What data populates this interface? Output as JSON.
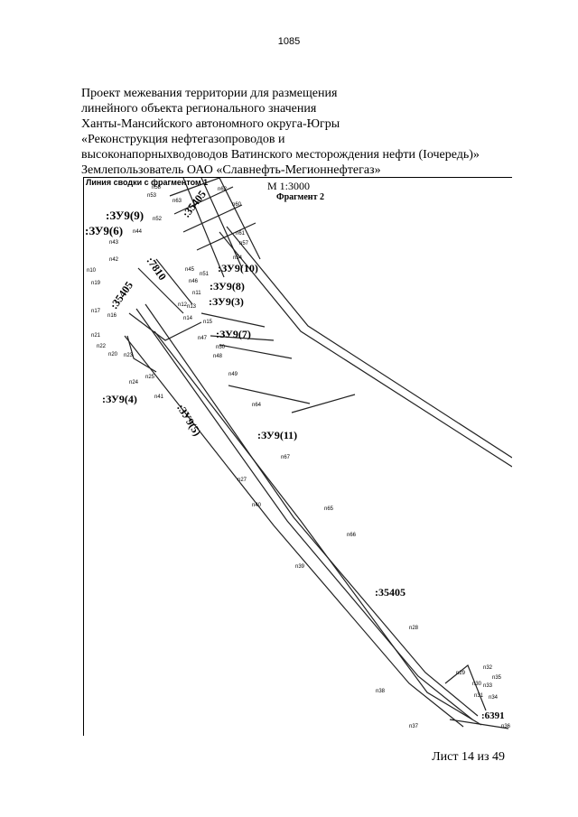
{
  "page_number": "1085",
  "header": {
    "lines": [
      "Проект межевания территории для размещения",
      "линейного объекта регионального значения",
      "Ханты-Мансийского автономного округа-Югры",
      "«Реконструкция нефтегазопроводов и",
      "высоконапорныхводоводов Ватинского месторождения нефти (Iочередь)»",
      "Землепользователь ОАО «Славнефть-Мегионнефтегаз»"
    ]
  },
  "map": {
    "link_line": "Линия сводки с фрагментом 1",
    "scale": "М 1:3000",
    "fragment": "Фрагмент 2",
    "parcels": [
      ":ЗУ9(9)",
      ":ЗУ9(6)",
      ":ЗУ9(10)",
      ":ЗУ9(8)",
      ":ЗУ9(3)",
      ":ЗУ9(7)",
      ":ЗУ9(4)",
      ":ЗУ9(5)",
      ":ЗУ9(11)",
      ":35405",
      ":35405",
      ":35405",
      ":7810",
      ":6391"
    ],
    "points": [
      "n58",
      "n53",
      "n63",
      "n62",
      "n52",
      "n60",
      "n61",
      "n57",
      "n54",
      "n51",
      "n44",
      "n43",
      "n42",
      "n45",
      "n46",
      "n11",
      "n12",
      "n13",
      "n14",
      "n15",
      "n47",
      "n50",
      "n48",
      "n49",
      "n10",
      "n19",
      "n17",
      "n16",
      "n21",
      "n22",
      "n20",
      "n23",
      "n24",
      "n25",
      "n41",
      "n64",
      "n67",
      "n27",
      "n40",
      "n65",
      "n66",
      "n39",
      "n28",
      "n29",
      "n32",
      "n35",
      "n30",
      "n33",
      "n31",
      "n34",
      "n38",
      "n37",
      "n36"
    ]
  },
  "footer": "Лист 14 из 49"
}
